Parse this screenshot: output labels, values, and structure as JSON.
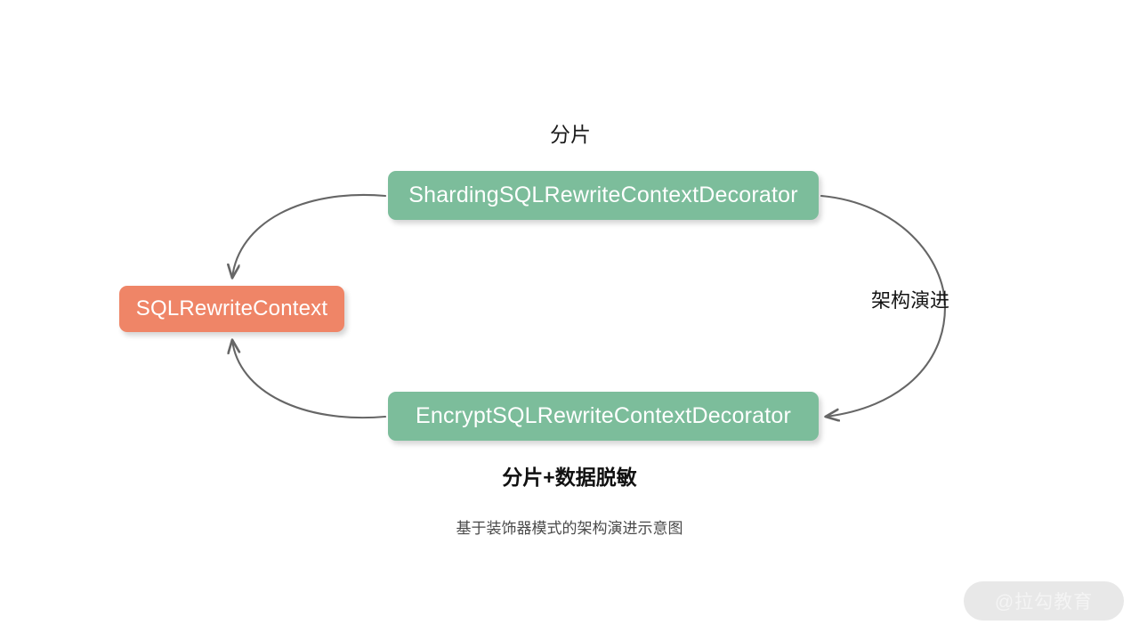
{
  "diagram": {
    "title_caption": "基于装饰器模式的架构演进示意图",
    "colors": {
      "decorator_green": "#7cbd9b",
      "context_orange": "#ef8567",
      "arrow_gray": "#666666",
      "background": "#ffffff",
      "watermark_pill": "#e8e8e8"
    },
    "nodes": [
      {
        "id": "sharding-decorator",
        "label": "ShardingSQLRewriteContextDecorator",
        "color": "#7cbd9b"
      },
      {
        "id": "sql-rewrite-context",
        "label": "SQLRewriteContext",
        "color": "#ef8567"
      },
      {
        "id": "encrypt-decorator",
        "label": "EncryptSQLRewriteContextDecorator",
        "color": "#7cbd9b"
      }
    ],
    "edge_labels": {
      "top": "分片",
      "right": "架构演进",
      "bottom": "分片+数据脱敏"
    },
    "edges": [
      {
        "from": "sharding-decorator",
        "to": "sql-rewrite-context",
        "label": "分片",
        "style": "curved-arrow"
      },
      {
        "from": "encrypt-decorator",
        "to": "sql-rewrite-context",
        "label": "分片+数据脱敏",
        "style": "curved-arrow"
      },
      {
        "from": "sharding-decorator",
        "to": "encrypt-decorator",
        "label": "架构演进",
        "style": "curved-arrow"
      }
    ]
  },
  "watermark": {
    "text": "@拉勾教育"
  }
}
